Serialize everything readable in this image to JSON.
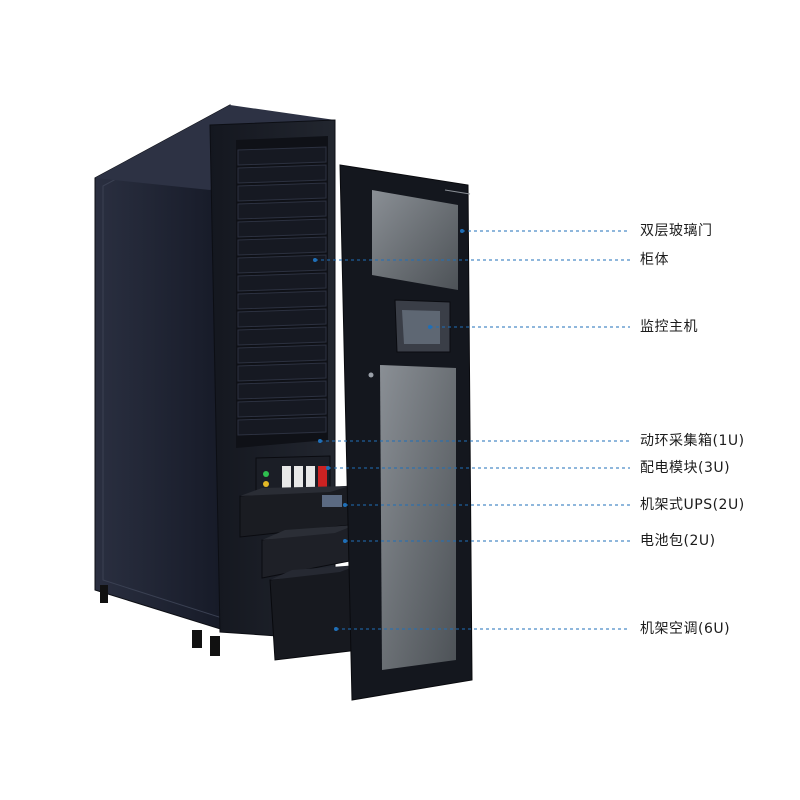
{
  "callouts": [
    {
      "label": "双层玻璃门"
    },
    {
      "label": "柜体"
    },
    {
      "label": "监控主机"
    },
    {
      "label": "动环采集箱(1U)"
    },
    {
      "label": "配电模块(3U)"
    },
    {
      "label": "机架式UPS(2U)"
    },
    {
      "label": "电池包(2U)"
    },
    {
      "label": "机架空调(6U)"
    }
  ],
  "colors": {
    "leader_line": "#1f6fb8",
    "cabinet": "#1c2030",
    "label_text": "#1c1c1c"
  }
}
